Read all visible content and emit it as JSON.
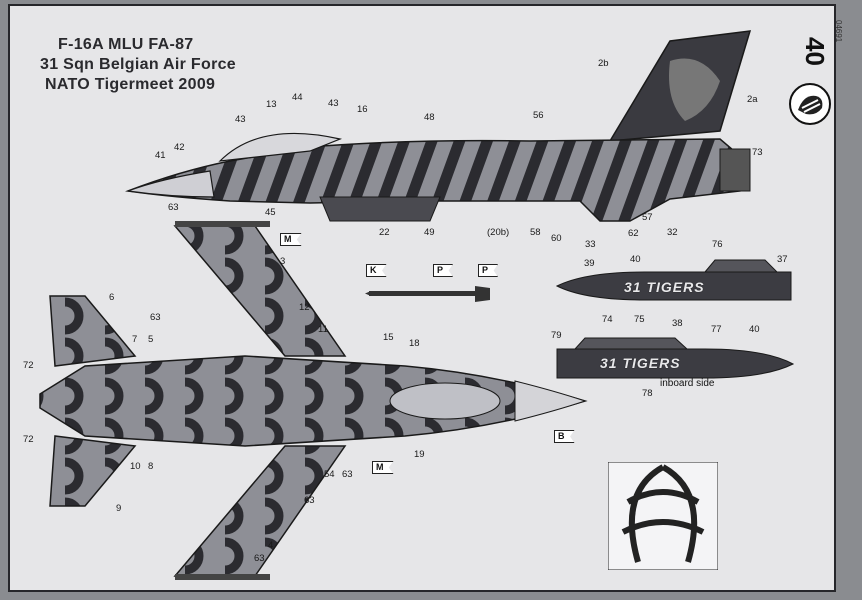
{
  "title": {
    "line1": "F-16A MLU  FA-87",
    "line2": "31 Sqn Belgian Air Force",
    "line3": "NATO Tigermeet 2009"
  },
  "sheet_number": "40",
  "side_code": "04691",
  "inboard_label": "inboard side",
  "tank_text": "31 TIGERS",
  "markers": [
    "M",
    "K",
    "P",
    "P",
    "B",
    "M"
  ],
  "callouts_side": [
    "2b",
    "2a",
    "13",
    "44",
    "43",
    "16",
    "43",
    "48",
    "56",
    "42",
    "41",
    "45",
    "22",
    "49",
    "(20b)",
    "58",
    "60",
    "33",
    "62",
    "57",
    "32",
    "73"
  ],
  "callouts_top": [
    "63",
    "3",
    "6",
    "63",
    "7",
    "5",
    "12",
    "11",
    "15",
    "18",
    "72",
    "72",
    "10",
    "8",
    "19",
    "54",
    "63",
    "9",
    "63",
    "4",
    "63"
  ],
  "callouts_tanks": [
    "76",
    "37",
    "39",
    "40",
    "74",
    "75",
    "38",
    "77",
    "40",
    "79",
    "78"
  ],
  "colors": {
    "paper": "#e6e6e8",
    "camo_dark": "#2b2b30",
    "camo_light": "#8e8f96",
    "outline": "#1a1a1a"
  }
}
